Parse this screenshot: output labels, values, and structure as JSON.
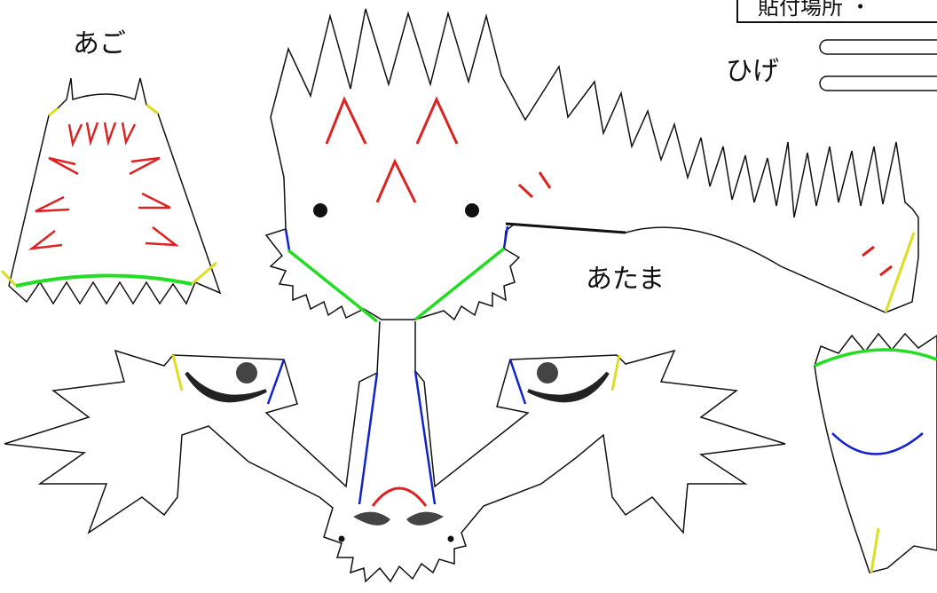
{
  "labels": {
    "ago": "あご",
    "hige": "ひげ",
    "atama": "あたま",
    "corner_text": "貼付場所 ・"
  },
  "colors": {
    "outline": "#111111",
    "red_marks": "#dd2222",
    "green_fold": "#22dd22",
    "blue_fold": "#1122cc",
    "yellow_fold": "#dddd22",
    "eye_fill": "#444444"
  }
}
